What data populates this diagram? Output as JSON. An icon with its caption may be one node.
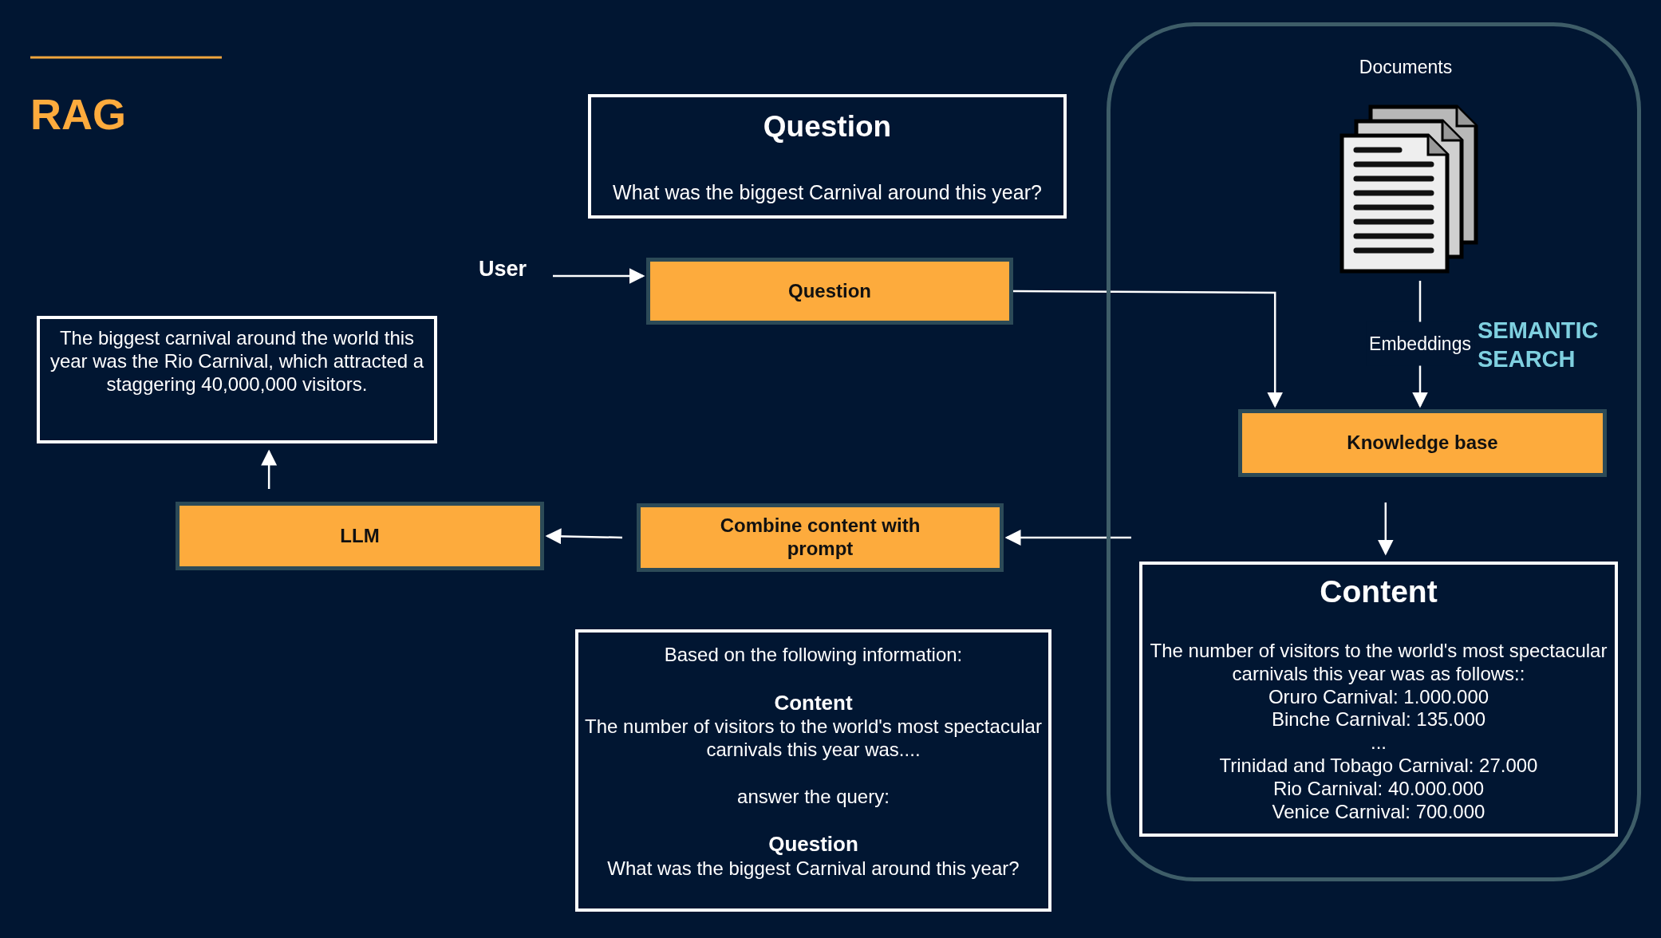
{
  "diagram": {
    "title": "RAG",
    "nodes": [
      {
        "text": [
          "SEMANTIC SEARCH"
        ]
      },
      {
        "text": [
          "Question",
          "What was the biggest Carnival around this year?"
        ]
      },
      {
        "text": [
          "User"
        ]
      },
      {
        "text": [
          "Question"
        ]
      },
      {
        "text": [
          "The biggest carnival around the world this year was the Rio Carnival, which attracted a staggering 40,000,000 visitors."
        ]
      },
      {
        "text": [
          "Documents"
        ],
        "in": 0
      },
      {
        "text": [
          "Knowledge base"
        ],
        "in": 0
      },
      {
        "text": [
          "Content",
          "The number of visitors to the world's most spectacular carnivals this year was as follows::",
          "Oruro Carnival: 1.000.000",
          "Binche Carnival: 135.000",
          "...",
          "Trinidad and Tobago Carnival: 27.000",
          "Rio Carnival: 40.000.000",
          "Venice Carnival: 700.000"
        ],
        "in": 0
      },
      {
        "text": [
          "Combine content with prompt"
        ]
      },
      {
        "text": [
          "LLM"
        ]
      },
      {
        "text": [
          "Based on the following information:",
          "Content",
          "The number of visitors to the world's most spectacular carnivals this year was....",
          "answer the query:",
          "Question",
          "What was the biggest Carnival around this year?"
        ]
      }
    ],
    "edges": [
      {
        "from": 2,
        "to": 3,
        "arrow": "to"
      },
      {
        "from": 3,
        "to": 6,
        "arrow": "to"
      },
      {
        "from": 5,
        "to": 6,
        "arrow": "to",
        "label": "Embeddings"
      },
      {
        "from": 6,
        "to": 7,
        "arrow": "to"
      },
      {
        "from": 7,
        "to": 8,
        "arrow": "to"
      },
      {
        "from": 8,
        "to": 9,
        "arrow": "to"
      },
      {
        "from": 9,
        "to": 4,
        "arrow": "to"
      }
    ]
  }
}
